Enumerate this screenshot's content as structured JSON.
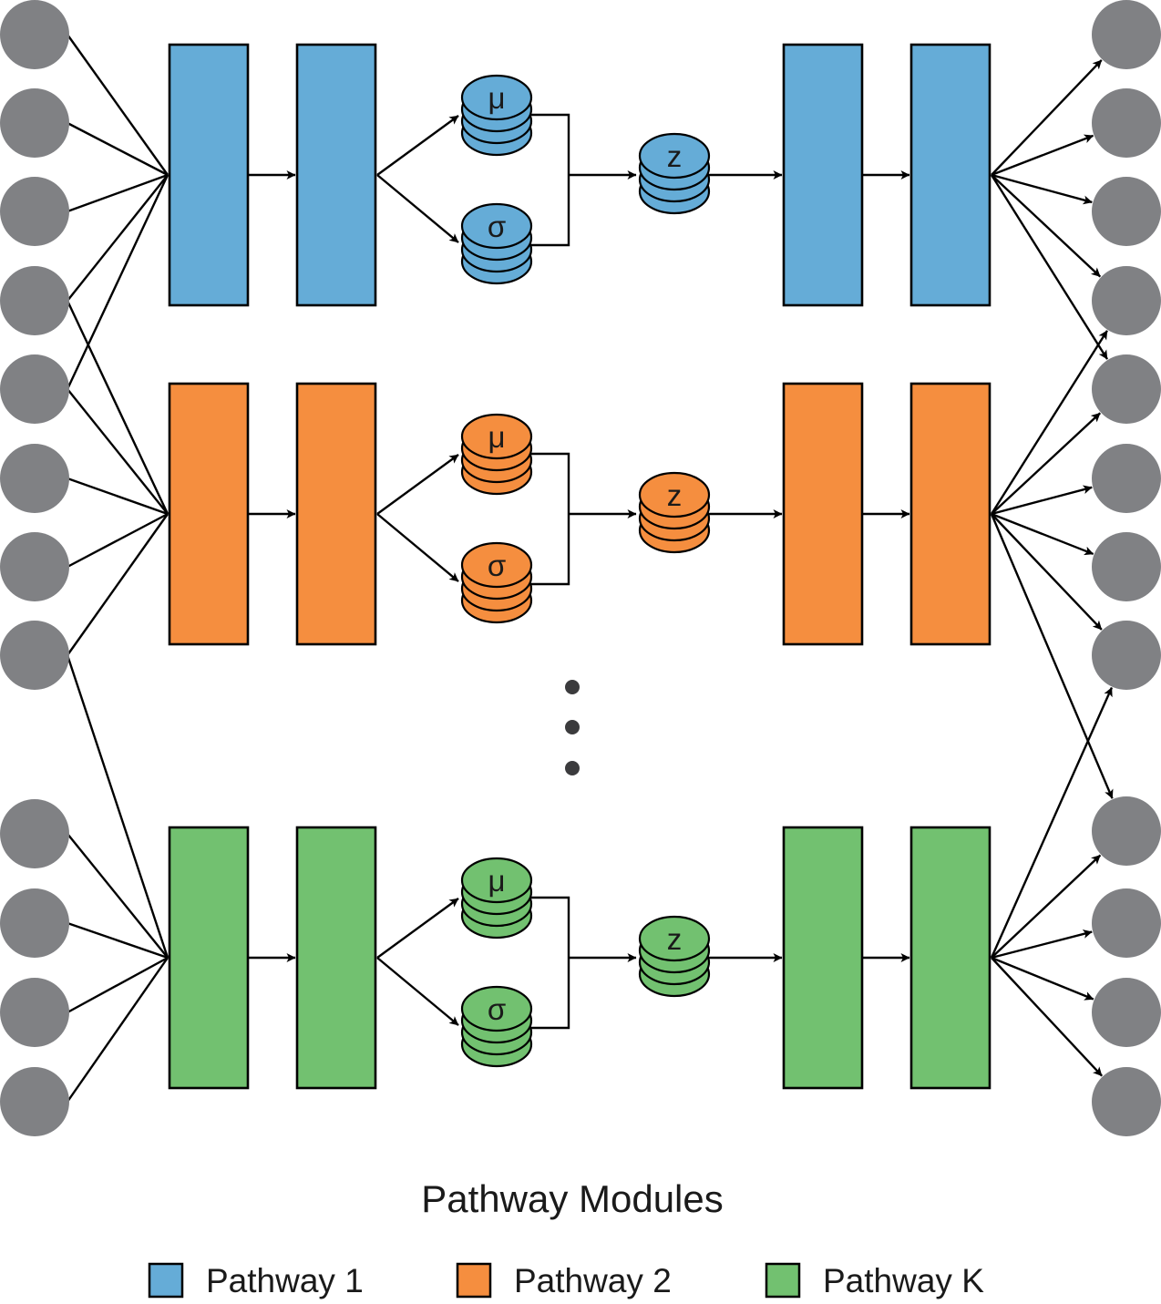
{
  "title": "Pathway Modules",
  "pathways": [
    {
      "key": "p1",
      "color": "#65acd7",
      "mu": "μ",
      "sigma": "σ",
      "z": "z"
    },
    {
      "key": "p2",
      "color": "#f58e3f",
      "mu": "μ",
      "sigma": "σ",
      "z": "z"
    },
    {
      "key": "pk",
      "color": "#72c170",
      "mu": "μ",
      "sigma": "σ",
      "z": "z"
    }
  ],
  "legend": [
    {
      "label": "Pathway 1",
      "color": "#65acd7"
    },
    {
      "label": "Pathway 2",
      "color": "#f58e3f"
    },
    {
      "label": "Pathway K",
      "color": "#72c170"
    }
  ],
  "node_color": "#808184",
  "input_nodes": 12,
  "output_nodes": 12
}
